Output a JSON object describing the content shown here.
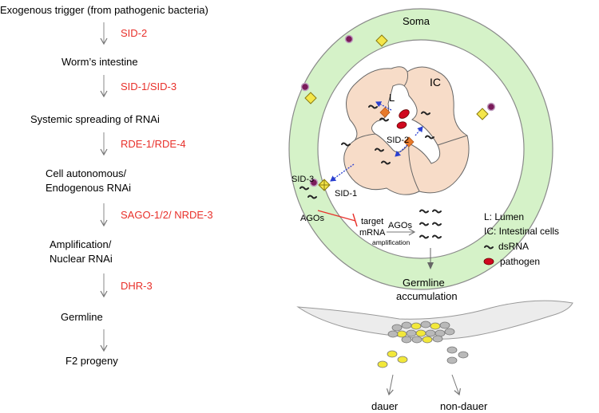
{
  "flow": {
    "steps": [
      {
        "lines": [
          "Exogenous trigger (from pathogenic bacteria)"
        ]
      },
      {
        "lines": [
          "Worm’s intestine"
        ]
      },
      {
        "lines": [
          "Systemic spreading of RNAi"
        ]
      },
      {
        "lines": [
          "Cell autonomous/",
          "Endogenous RNAi"
        ]
      },
      {
        "lines": [
          "Amplification/",
          "Nuclear RNAi"
        ]
      },
      {
        "lines": [
          "Germline"
        ]
      },
      {
        "lines": [
          "F2 progeny"
        ]
      }
    ],
    "factors": [
      "SID-2",
      "SID-1/SID-3",
      "RDE-1/RDE-4",
      "SAGO-1/2/ NRDE-3",
      "DHR-3"
    ]
  },
  "cell": {
    "soma": "Soma",
    "ic": "IC",
    "lumen": "L",
    "sid2": "SID-2",
    "sid3": "SID-3",
    "sid1": "SID-1",
    "agos1": "AGOs",
    "target1": "target",
    "target2": "mRNA",
    "agos2": "AGOs",
    "amplification": "amplification"
  },
  "legend": {
    "lumen": "L: Lumen",
    "ic": "IC: Intestinal cells",
    "dsrna": "dsRNA",
    "pathogen": "pathogen"
  },
  "germline": {
    "accumulation_line1": "Germline",
    "accumulation_line2": "accumulation",
    "dauer": "dauer",
    "non_dauer": "non-dauer"
  },
  "colors": {
    "soma_fill": "#d5f2c8",
    "soma_stroke": "#8a8a8a",
    "intestine_fill": "#f7dcc8",
    "red_text": "#e8302a",
    "pathogen": "#d0081f",
    "channel_yellow": "#f4e64a",
    "vesicle_purple": "#7a1a5a",
    "arrow_blue": "#2a3fd0",
    "arrow_orange": "#e87a2a",
    "worm_fill": "#ececec",
    "cell_gray": "#b9b9b9",
    "cell_yellow": "#f2e83a"
  }
}
